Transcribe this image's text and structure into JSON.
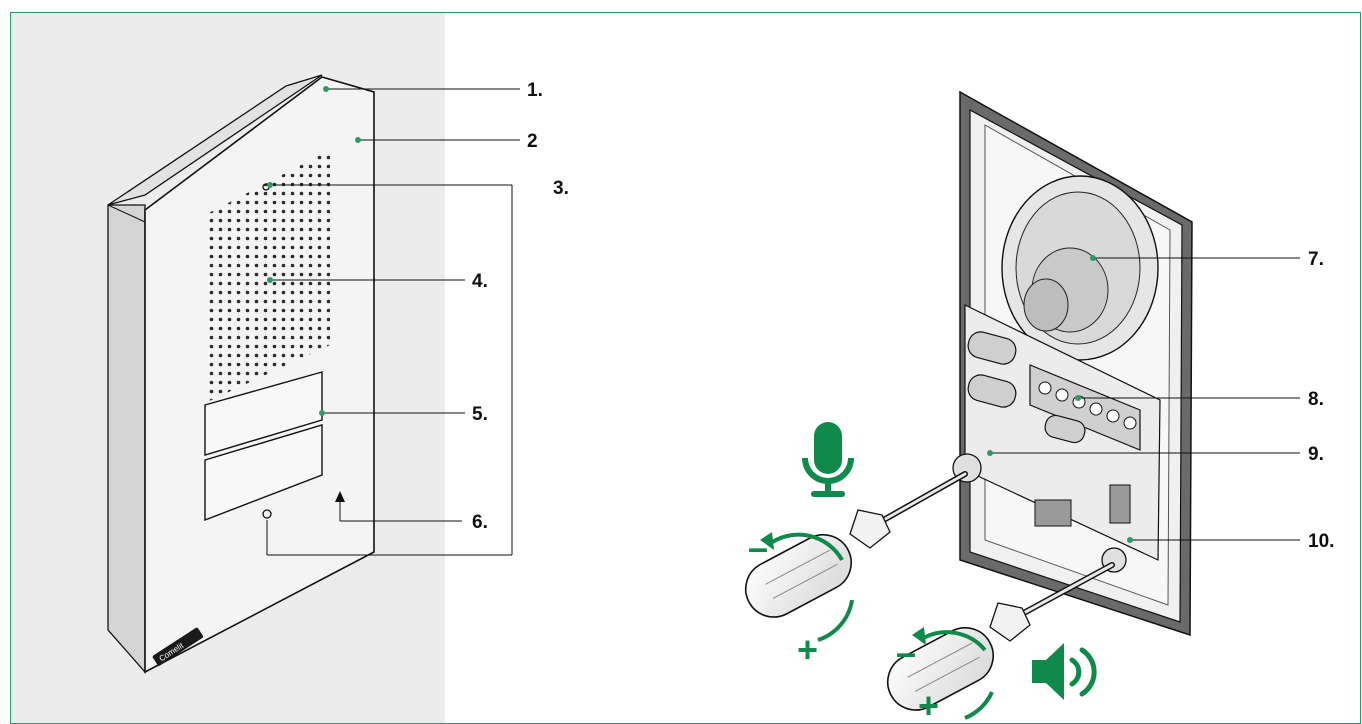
{
  "colors": {
    "frame": "#2e9a66",
    "accent": "#0f8a4a",
    "left_panel": "#ececec",
    "line": "#111111",
    "device_face": "#f4f4f4",
    "device_side": "#d4d4d4",
    "dot": "#2b2b2b"
  },
  "front_device": {
    "brand": "Comelit"
  },
  "callouts": [
    {
      "id": "1",
      "label": "1."
    },
    {
      "id": "2",
      "label": "2"
    },
    {
      "id": "3",
      "label": "3."
    },
    {
      "id": "4",
      "label": "4."
    },
    {
      "id": "5",
      "label": "5."
    },
    {
      "id": "6",
      "label": "6."
    },
    {
      "id": "7",
      "label": "7."
    },
    {
      "id": "8",
      "label": "8."
    },
    {
      "id": "9",
      "label": "9."
    },
    {
      "id": "10",
      "label": "10."
    }
  ],
  "adjusters": {
    "microphone": {
      "icon": "microphone-icon",
      "minus": "–",
      "plus": "+"
    },
    "speaker": {
      "icon": "speaker-icon",
      "minus": "–",
      "plus": "+"
    }
  }
}
